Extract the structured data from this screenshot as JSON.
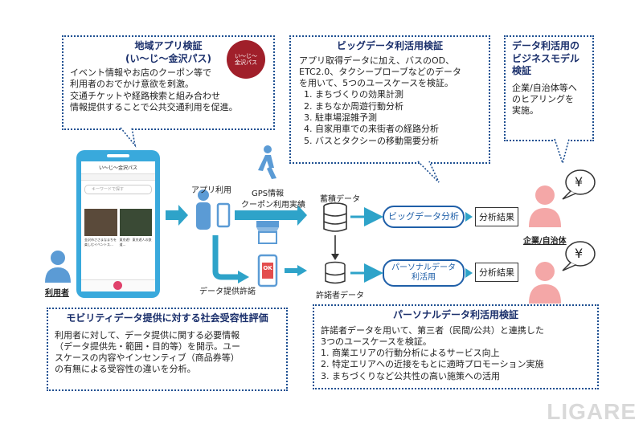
{
  "app_box": {
    "title": "地域アプリ検証",
    "subtitle": "(い～じ～金沢パス)",
    "lines": [
      "イベント情報やお店のクーポン等で",
      "利用者のおでかけ意欲を刺激。",
      "交通チケットや経路検索と組み合わせ",
      "情報提供することで公共交通利用を促進。"
    ],
    "seal_text": "い～じ～\n金沢パス"
  },
  "bigdata_box": {
    "title": "ビッグデータ利活用検証",
    "intro": [
      "アプリ取得データに加え、バスのOD、",
      "ETC2.0、タクシープローブなどのデータ",
      "を用いて、5つのユースケースを検証。"
    ],
    "items": [
      "1.  まちづくりの効果計測",
      "2.  まちなか周遊行動分析",
      "3.  駐車場混雑予測",
      "4.  自家用車での来街者の経路分析",
      "5.  バスとタクシーの移動需要分析"
    ]
  },
  "business_box": {
    "title": "データ利活用の\nビジネスモデル\n検証",
    "lines": [
      "企業/自治体等へ",
      "のヒアリングを",
      "実施。"
    ]
  },
  "mobility_box": {
    "title": "モビリティデータ提供に対する社会受容性評価",
    "lines": [
      "利用者に対して、データ提供に関する必要情報",
      "（データ提供先・範囲・目的等）を開示。ユー",
      "スケースの内容やインセンティブ（商品券等）",
      "の有無による受容性の違いを分析。"
    ]
  },
  "personal_box": {
    "title": "パーソナルデータ利活用検証",
    "intro": [
      "許諾者データを用いて、第三者（民間/公共）と連携した",
      "3つのユースケースを検証。"
    ],
    "items": [
      "1. 商業エリアの行動分析によるサービス向上",
      "2. 特定エリアへの近接をもとに適時プロモーション実施",
      "3. まちづくりなど公共性の高い施策への活用"
    ]
  },
  "flow": {
    "user_label": "利用者",
    "app_use": "アプリ利用",
    "gps": "GPS情報",
    "coupon": "クーポン利用実績",
    "stored": "蓄積データ",
    "bigdata_analysis": "ビッグデータ分析",
    "result1": "分析結果",
    "data_consent": "データ提供許諾",
    "consented_data": "許諾者データ",
    "personal_use": "パーソナルデータ\n利活用",
    "result2": "分析結果",
    "corp": "企業/自治体",
    "yen": "¥",
    "ok": "OK"
  },
  "phone": {
    "app_name": "い～じ～金沢パス",
    "search_placeholder": "キーワードで探す",
    "card1": "金沢市ささまなまちを楽しむイベントス…",
    "card2": "東京遊！東京遊人の鉄道…"
  },
  "watermark": "LIGARE",
  "colors": {
    "accent": "#1d4f91",
    "arrow": "#2ea3c9",
    "person_blue": "#5b9bd5",
    "person_pink": "#f4a7a7"
  }
}
